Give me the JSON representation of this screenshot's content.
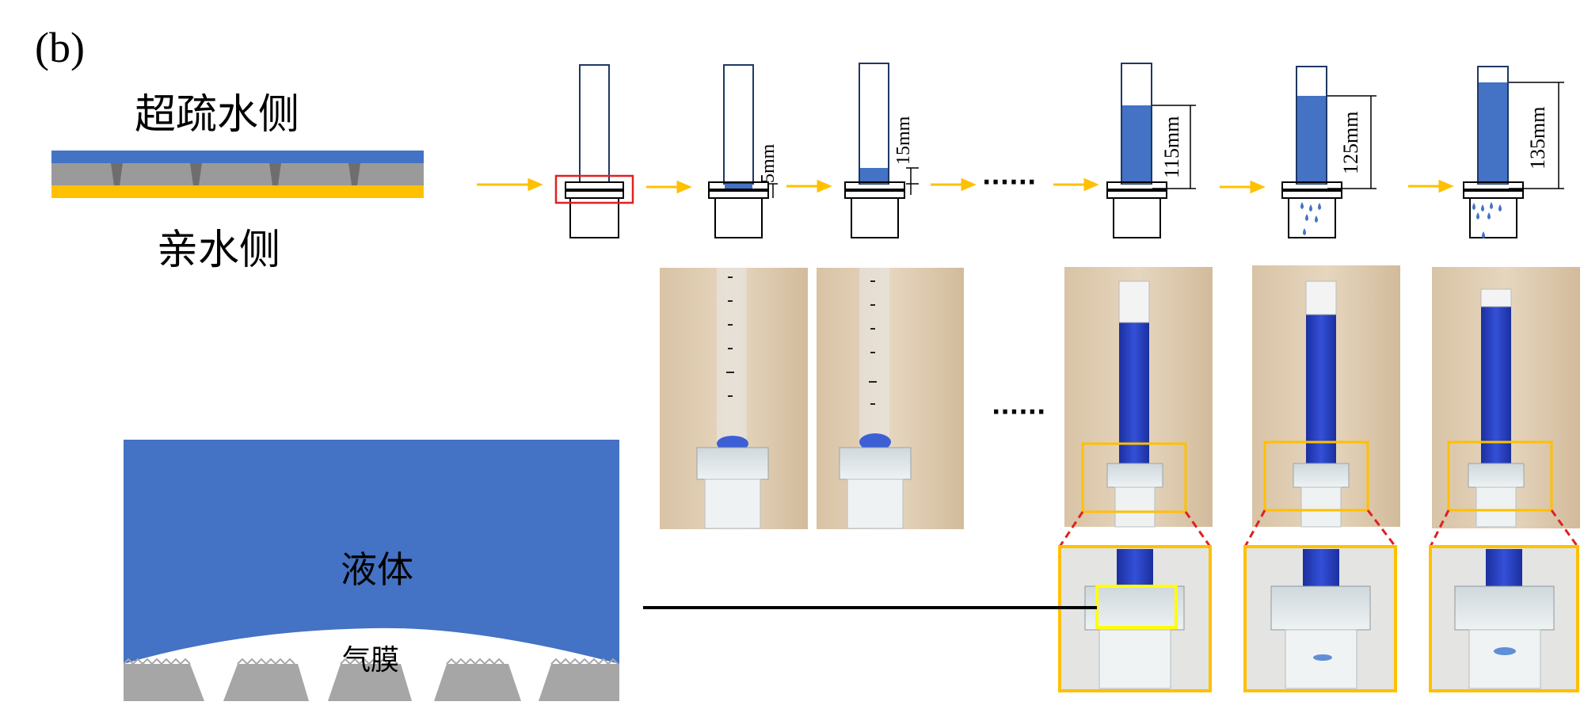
{
  "panel_label": "(b)",
  "side_labels": {
    "top": "超疏水侧",
    "bottom": "亲水侧"
  },
  "liquid_label": "液体",
  "air_film_label": "气膜",
  "ellipsis": "······",
  "heights": [
    "5mm",
    "15mm",
    "115mm",
    "125mm",
    "135mm"
  ],
  "colors": {
    "liquid": "#4472C4",
    "hydrophilic": "#FFC000",
    "membrane": "#A6A6A6",
    "arrow": "#FFC000",
    "tube_outline": "#1F3864",
    "highlight_box": "#FFC000",
    "zoom_guide": "#E02020",
    "start_box": "#E02020",
    "inner_box": "#FFFF00"
  },
  "icons": [
    "water-drop-icon"
  ]
}
